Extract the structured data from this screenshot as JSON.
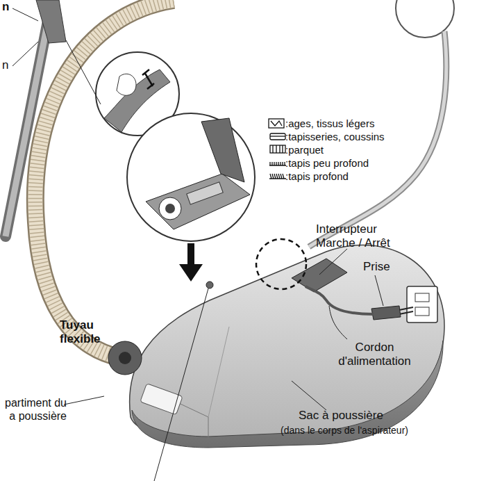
{
  "diagram": {
    "labels": [
      "n",
      "n",
      "Interrupteur Marche / Arrêt",
      "Prise",
      "Tuyau flexible",
      "Cordon d'alimentation",
      "partiment du a poussière",
      "Sac à poussière",
      "(dans le corps de l'aspirateur)"
    ],
    "legend": [
      {
        "text": ":ages, tissus légers"
      },
      {
        "text": ":tapisseries, coussins"
      },
      {
        "text": ":parquet"
      },
      {
        "text": ":tapis peu profond"
      },
      {
        "text": ":tapis profond"
      }
    ]
  }
}
